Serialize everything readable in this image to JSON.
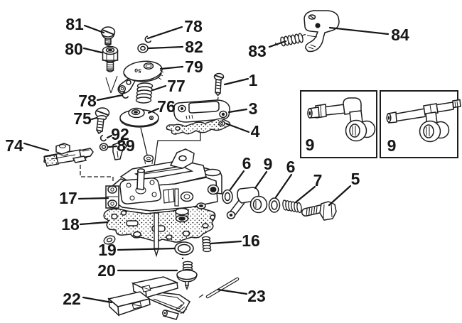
{
  "figure": {
    "type": "exploded-parts-diagram",
    "background": "#ffffff",
    "line_color": "#1c1c1c"
  },
  "callouts": {
    "c81": "81",
    "c78a": "78",
    "c80": "80",
    "c82": "82",
    "c79": "79",
    "c77": "77",
    "c78b": "78",
    "c76": "76",
    "c75": "75",
    "c92": "92",
    "c89": "89",
    "c74": "74",
    "c17": "17",
    "c18": "18",
    "c19": "19",
    "c20": "20",
    "c22": "22",
    "c1": "1",
    "c3": "3",
    "c4": "4",
    "c6a": "6",
    "c9": "9",
    "c6b": "6",
    "c7": "7",
    "c5": "5",
    "c16": "16",
    "c23": "23",
    "c83": "83",
    "c84": "84"
  },
  "insets": {
    "left_label": "9",
    "right_label": "9"
  },
  "markings": {
    "part79_stamp": "50"
  }
}
